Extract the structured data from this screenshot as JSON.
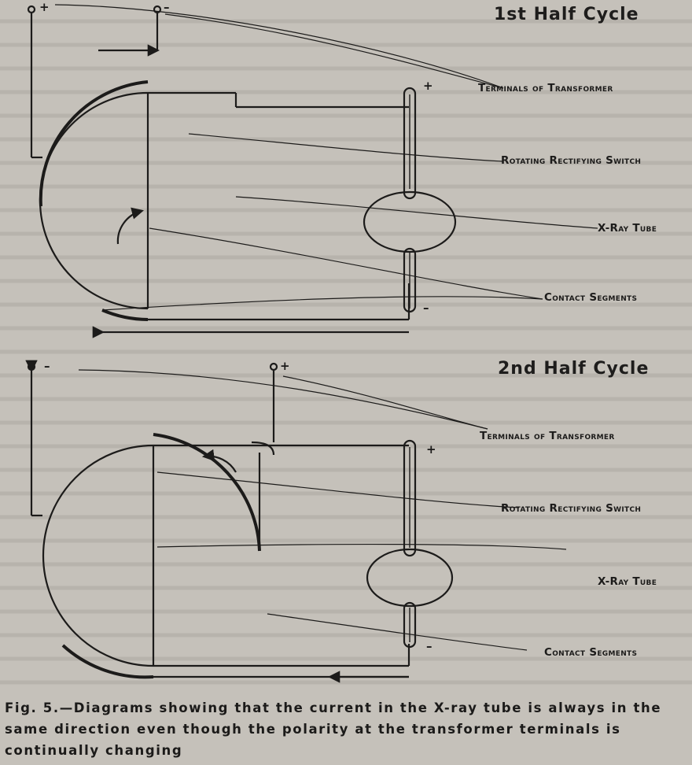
{
  "half_cycles": [
    {
      "title": "1st Half Cycle",
      "labels": {
        "terminals": "Terminals of Transformer",
        "switch": "Rotating Rectifying Switch",
        "tube": "X-Ray Tube",
        "segments": "Contact Segments"
      },
      "signs": {
        "left_terminal": "+",
        "right_terminal": "–",
        "tube_top": "+",
        "tube_bottom": "–"
      }
    },
    {
      "title": "2nd Half Cycle",
      "labels": {
        "terminals": "Terminals of Transformer",
        "switch": "Rotating Rectifying Switch",
        "tube": "X-Ray Tube",
        "segments": "Contact Segments"
      },
      "signs": {
        "left_terminal": "–",
        "right_terminal": "+",
        "tube_top": "+",
        "tube_bottom": "–"
      }
    }
  ],
  "caption": "Fig. 5.—Diagrams showing that the current in the X-ray tube is always in the same direction even though the polarity at the transformer terminals is continually changing",
  "colors": {
    "ink": "#1c1b1a",
    "paper": "#c5c1ba"
  }
}
